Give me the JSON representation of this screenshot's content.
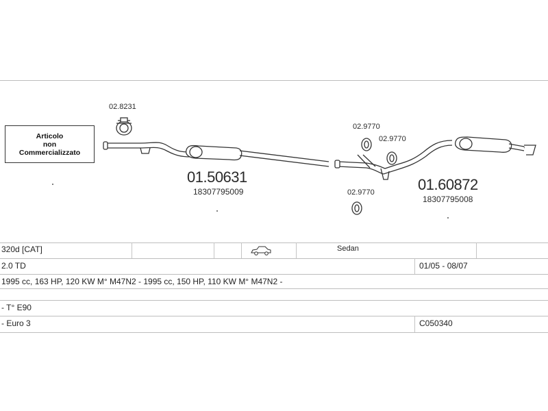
{
  "diagram": {
    "note_lines": [
      "Articolo",
      "non",
      "Commercializzato"
    ],
    "parts": {
      "clamp_top": "02.8231",
      "rear_silencer_section": {
        "code": "01.50631",
        "oe": "18307795009"
      },
      "front_section": {
        "code": "01.60872",
        "oe": "18307795008"
      },
      "ring_a": "02.9770",
      "ring_b": "02.9770",
      "ring_c": "02.9770"
    }
  },
  "table": {
    "row1": {
      "model": "320d  [CAT]",
      "body_icon": "sedan-car-icon",
      "body": "Sedan"
    },
    "row2": {
      "engine": "2.0 TD",
      "dates": "01/05 - 08/07"
    },
    "row3": {
      "specs": "1995 cc, 163 HP, 120 KW M° M47N2 - 1995 cc, 150 HP, 110 KW M° M47N2 -"
    },
    "row5": {
      "type": "- T° E90"
    },
    "row6": {
      "emission": "- Euro 3",
      "code": "C050340"
    }
  }
}
